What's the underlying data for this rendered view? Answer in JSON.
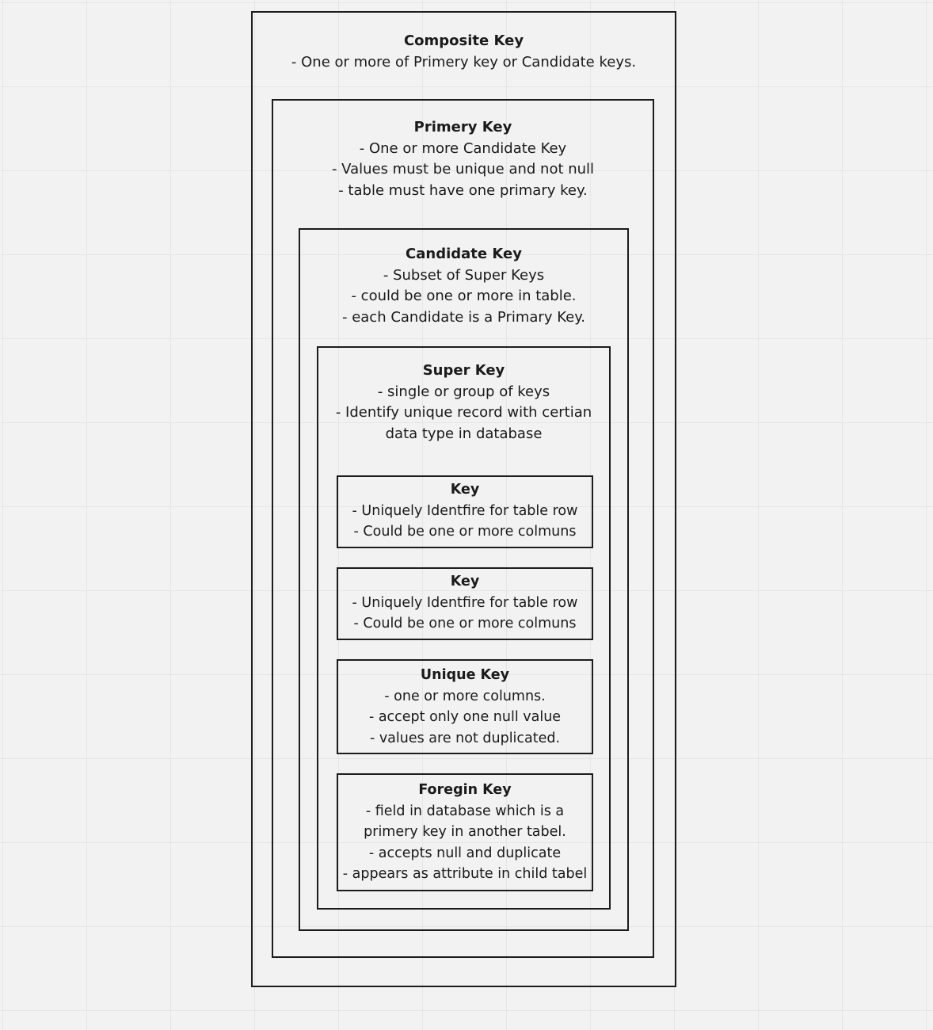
{
  "diagram": {
    "composite_key": {
      "title": "Composite Key",
      "lines": [
        "- One or more of Primery key or Candidate keys."
      ]
    },
    "primary_key": {
      "title": "Primery Key",
      "lines": [
        "- One or more Candidate Key",
        "- Values must be unique and not null",
        "- table must have one primary key."
      ]
    },
    "candidate_key": {
      "title": "Candidate Key",
      "lines": [
        "- Subset of Super Keys",
        "- could be one or more in table.",
        "- each Candidate is a Primary Key."
      ]
    },
    "super_key": {
      "title": "Super Key",
      "lines": [
        "- single or group of keys",
        "- Identify unique record with certian",
        "data type in database"
      ]
    },
    "key_1": {
      "title": "Key",
      "lines": [
        "- Uniquely Identfire for table row",
        "- Could be one or more colmuns"
      ]
    },
    "key_2": {
      "title": "Key",
      "lines": [
        "- Uniquely Identfire for table row",
        "- Could be one or more colmuns"
      ]
    },
    "unique_key": {
      "title": "Unique Key",
      "lines": [
        "- one or more columns.",
        "- accept only one null value",
        "- values are not duplicated."
      ]
    },
    "foreign_key": {
      "title": "Foregin Key",
      "lines": [
        "- field in database which is a",
        "primery key in another tabel.",
        "- accepts null and duplicate",
        "- appears as attribute in child tabel"
      ]
    }
  }
}
